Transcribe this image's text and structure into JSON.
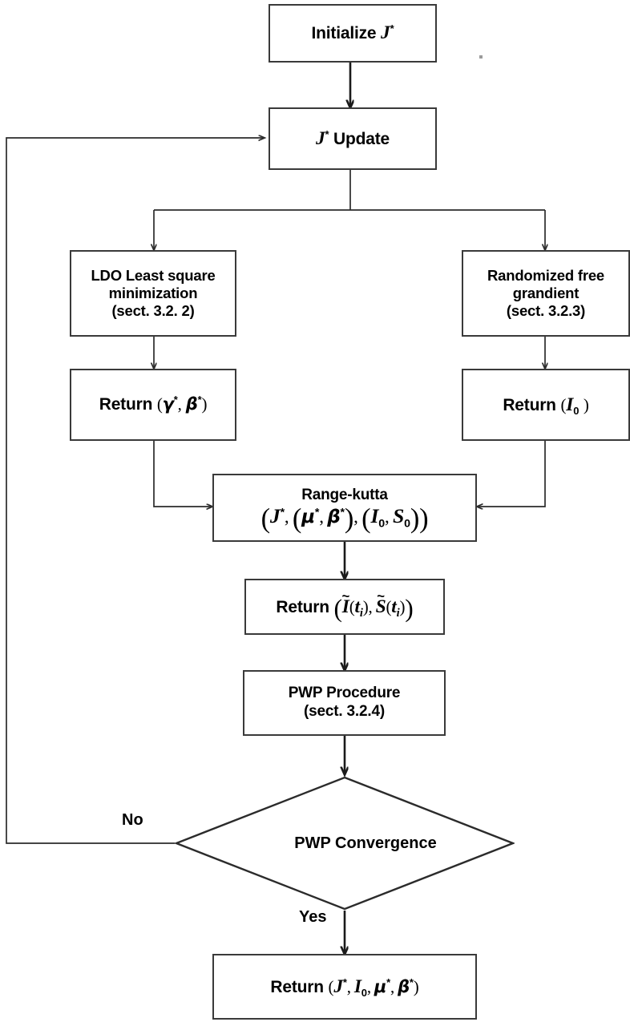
{
  "diagram": {
    "title": "PWP estimation algorithm flowchart",
    "type": "flowchart",
    "colors": {
      "background": "#ffffff",
      "node_border": "#3a3a3a",
      "connector": "#2b2b2b",
      "text": "#000000"
    },
    "nodes": [
      {
        "id": "initialize",
        "shape": "rectangle",
        "lines": [
          "Initialize J*"
        ],
        "text": "Initialize J*"
      },
      {
        "id": "j-update",
        "shape": "rectangle",
        "lines": [
          "J* Update"
        ],
        "text": "J* Update"
      },
      {
        "id": "ldo-least-square",
        "shape": "rectangle",
        "lines": [
          "LDO Least square",
          "minimization",
          "(sect. 3.2. 2)"
        ],
        "text": "LDO Least square minimization (sect. 3.2. 2)"
      },
      {
        "id": "randomized-free-gradient",
        "shape": "rectangle",
        "lines": [
          "Randomized free",
          "grandient",
          "(sect. 3.2.3)"
        ],
        "text": "Randomized free grandient (sect. 3.2.3)"
      },
      {
        "id": "return-gamma-beta",
        "shape": "rectangle",
        "lines": [
          "Return (γ*, β*)"
        ],
        "text": "Return (γ*, β*)"
      },
      {
        "id": "return-i0",
        "shape": "rectangle",
        "lines": [
          "Return (I₀ )"
        ],
        "text": "Return (I₀ )"
      },
      {
        "id": "range-kutta",
        "shape": "rectangle",
        "lines": [
          "Range-kutta",
          "(J*, (μ*, β*), (I₀, S₀))"
        ],
        "text": "Range-kutta (J*, (μ*, β*), (I₀, S₀))"
      },
      {
        "id": "return-i-s-ti",
        "shape": "rectangle",
        "lines": [
          "Return (Ĩ(tᵢ), S̃(tᵢ))"
        ],
        "text": "Return (Ĩ(tᵢ), S̃(tᵢ))"
      },
      {
        "id": "pwp-procedure",
        "shape": "rectangle",
        "lines": [
          "PWP Procedure",
          "(sect. 3.2.4)"
        ],
        "text": "PWP Procedure (sect. 3.2.4)"
      },
      {
        "id": "pwp-convergence",
        "shape": "diamond",
        "lines": [
          "PWP Convergence"
        ],
        "text": "PWP Convergence"
      },
      {
        "id": "return-final",
        "shape": "rectangle",
        "lines": [
          "Return (J*, I₀, μ*, β*)"
        ],
        "text": "Return (J*, I₀, μ*, β*)"
      }
    ],
    "edge_labels": {
      "no": "No",
      "yes": "Yes"
    },
    "parts": {
      "initialize_word": "Initialize",
      "update_word": "Update",
      "return_word": "Return",
      "ldo_line1": "LDO Least square",
      "ldo_line2": "minimization",
      "ldo_line3": "(sect. 3.2. 2)",
      "rand_line1": "Randomized free",
      "rand_line2": "grandient",
      "rand_line3": "(sect. 3.2.3)",
      "range_kutta_word": "Range-kutta",
      "pwp_line1": "PWP Procedure",
      "pwp_line2": "(sect. 3.2.4)",
      "pwp_convergence": "PWP Convergence"
    }
  }
}
